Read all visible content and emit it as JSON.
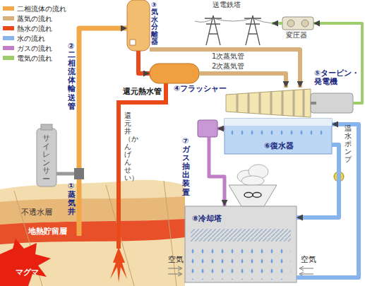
{
  "diagram": {
    "nodes": [
      {
        "text": [
          "①蒸気井"
        ]
      },
      {
        "text": [
          "③気水分離器"
        ]
      },
      {
        "text": [
          "④フラッシャー"
        ]
      },
      {
        "text": [
          "⑤タービン・発電機"
        ]
      },
      {
        "text": [
          "⑥復水器"
        ]
      },
      {
        "text": [
          "⑦ガス抽出装置"
        ]
      },
      {
        "text": [
          "⑧冷却塔"
        ]
      },
      {
        "text": [
          "変圧器"
        ]
      },
      {
        "text": [
          "送電鉄塔"
        ]
      }
    ],
    "edges": [
      {
        "from": 0,
        "to": 1,
        "arrow": "to",
        "label": "②二相流体輸送管"
      },
      {
        "from": 1,
        "to": 3,
        "arrow": "to",
        "label": "1次蒸気管"
      },
      {
        "from": 1,
        "to": 2,
        "arrow": "to"
      },
      {
        "from": 2,
        "to": 3,
        "arrow": "to",
        "label": "2次蒸気管"
      },
      {
        "from": 3,
        "to": 7,
        "arrow": "to"
      },
      {
        "from": 7,
        "to": 8,
        "arrow": "to"
      },
      {
        "from": 4,
        "to": 5,
        "arrow": "to"
      },
      {
        "from": 5,
        "to": 6,
        "arrow": "to"
      },
      {
        "from": 4,
        "to": 6,
        "arrow": "to"
      },
      {
        "from": 6,
        "to": 4,
        "arrow": "to"
      }
    ],
    "labels": [
      "サイレンサー",
      "還元熱水管",
      "還元井（かんげんせい）",
      "不透水層",
      "地熱貯留層",
      "マグマ",
      "温水ポンプ",
      "空気",
      "空気"
    ],
    "legend": [
      {
        "text": "二相流体の流れ",
        "color": "#f0a848"
      },
      {
        "text": "蒸気の流れ",
        "color": "#d8b07c"
      },
      {
        "text": "熱水の流れ",
        "color": "#e84a1a"
      },
      {
        "text": "水の流れ",
        "color": "#88b4ee"
      },
      {
        "text": "ガスの流れ",
        "color": "#c07ec8"
      },
      {
        "text": "電気の流れ",
        "color": "#9ccc6c"
      }
    ]
  }
}
